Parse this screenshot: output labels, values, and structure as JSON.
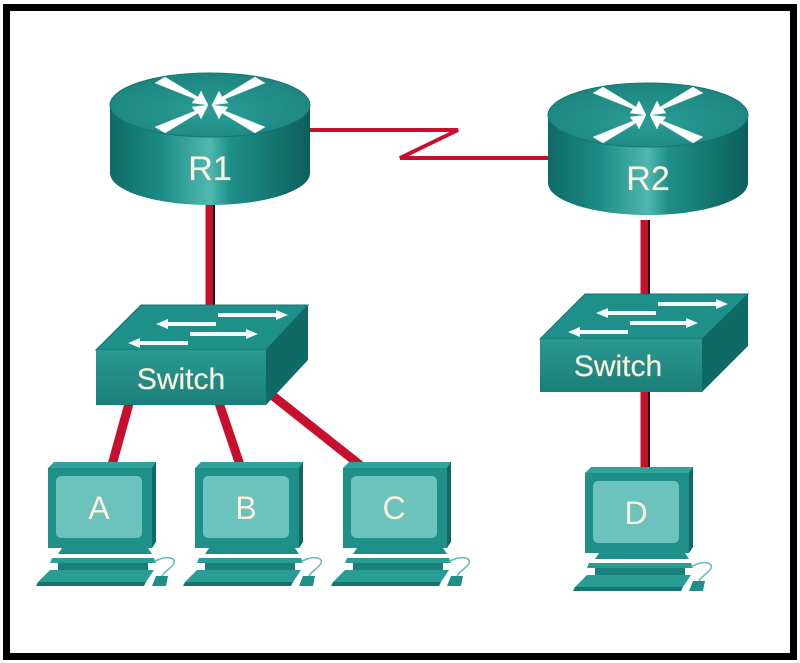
{
  "diagram": {
    "type": "network-topology",
    "colors": {
      "device_teal": "#1f8f8a",
      "device_dark": "#0f6a66",
      "device_light": "#36aba4",
      "screen": "#6cc3bd",
      "link_red": "#c8102e",
      "border": "#000000"
    },
    "routers": [
      {
        "id": "R1",
        "label": "R1"
      },
      {
        "id": "R2",
        "label": "R2"
      }
    ],
    "switches": [
      {
        "id": "SW1",
        "label": "Switch",
        "router": "R1"
      },
      {
        "id": "SW2",
        "label": "Switch",
        "router": "R2"
      }
    ],
    "hosts": [
      {
        "id": "A",
        "label": "A",
        "switch": "SW1"
      },
      {
        "id": "B",
        "label": "B",
        "switch": "SW1"
      },
      {
        "id": "C",
        "label": "C",
        "switch": "SW1"
      },
      {
        "id": "D",
        "label": "D",
        "switch": "SW2"
      }
    ],
    "links": [
      {
        "from": "R1",
        "to": "R2",
        "type": "serial"
      },
      {
        "from": "R1",
        "to": "SW1",
        "type": "ethernet"
      },
      {
        "from": "R2",
        "to": "SW2",
        "type": "ethernet"
      },
      {
        "from": "SW1",
        "to": "A",
        "type": "ethernet"
      },
      {
        "from": "SW1",
        "to": "B",
        "type": "ethernet"
      },
      {
        "from": "SW1",
        "to": "C",
        "type": "ethernet"
      },
      {
        "from": "SW2",
        "to": "D",
        "type": "ethernet"
      }
    ]
  }
}
